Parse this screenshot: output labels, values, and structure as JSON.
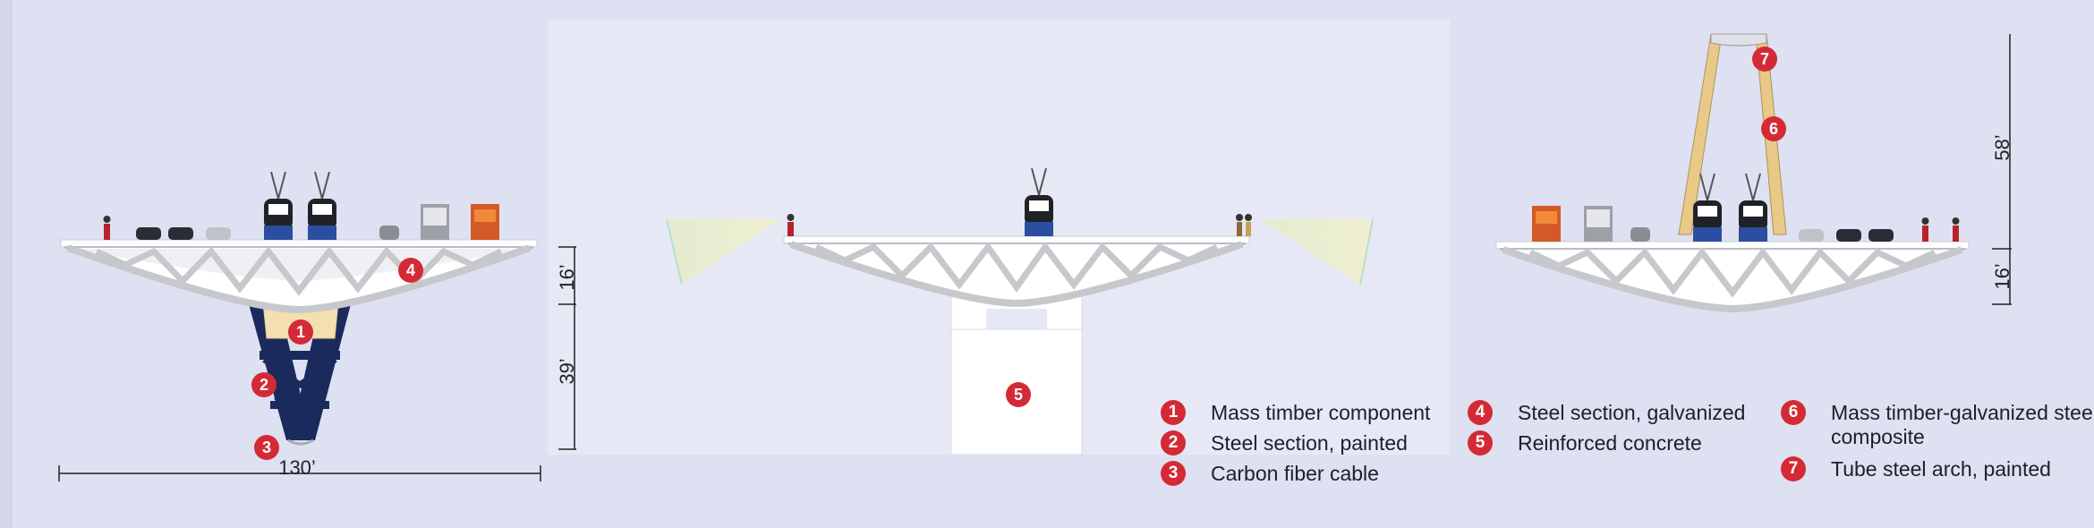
{
  "dimensions": {
    "width_label": "130’",
    "left_deck": "16’",
    "left_below": "39’",
    "right_arch": "58’",
    "right_deck": "16’"
  },
  "callouts": [
    "1",
    "2",
    "3",
    "4",
    "5",
    "6",
    "7"
  ],
  "legend": [
    {
      "num": "1",
      "label": "Mass timber component"
    },
    {
      "num": "2",
      "label": "Steel section, painted"
    },
    {
      "num": "3",
      "label": "Carbon fiber cable"
    },
    {
      "num": "4",
      "label": "Steel section, galvanized"
    },
    {
      "num": "5",
      "label": "Reinforced concrete"
    },
    {
      "num": "6",
      "label": "Mass timber-galvanized steel composite"
    },
    {
      "num": "7",
      "label": "Tube steel arch, painted"
    }
  ],
  "colors": {
    "background": "#dde1f1",
    "panel": "#e6e9f5",
    "truss": "#c6c8cc",
    "steel_painted": "#1b2a5c",
    "mass_timber": "#f3dfb0",
    "arch_timber": "#e8c988",
    "badge": "#d42a35",
    "concrete": "#ffffff"
  }
}
